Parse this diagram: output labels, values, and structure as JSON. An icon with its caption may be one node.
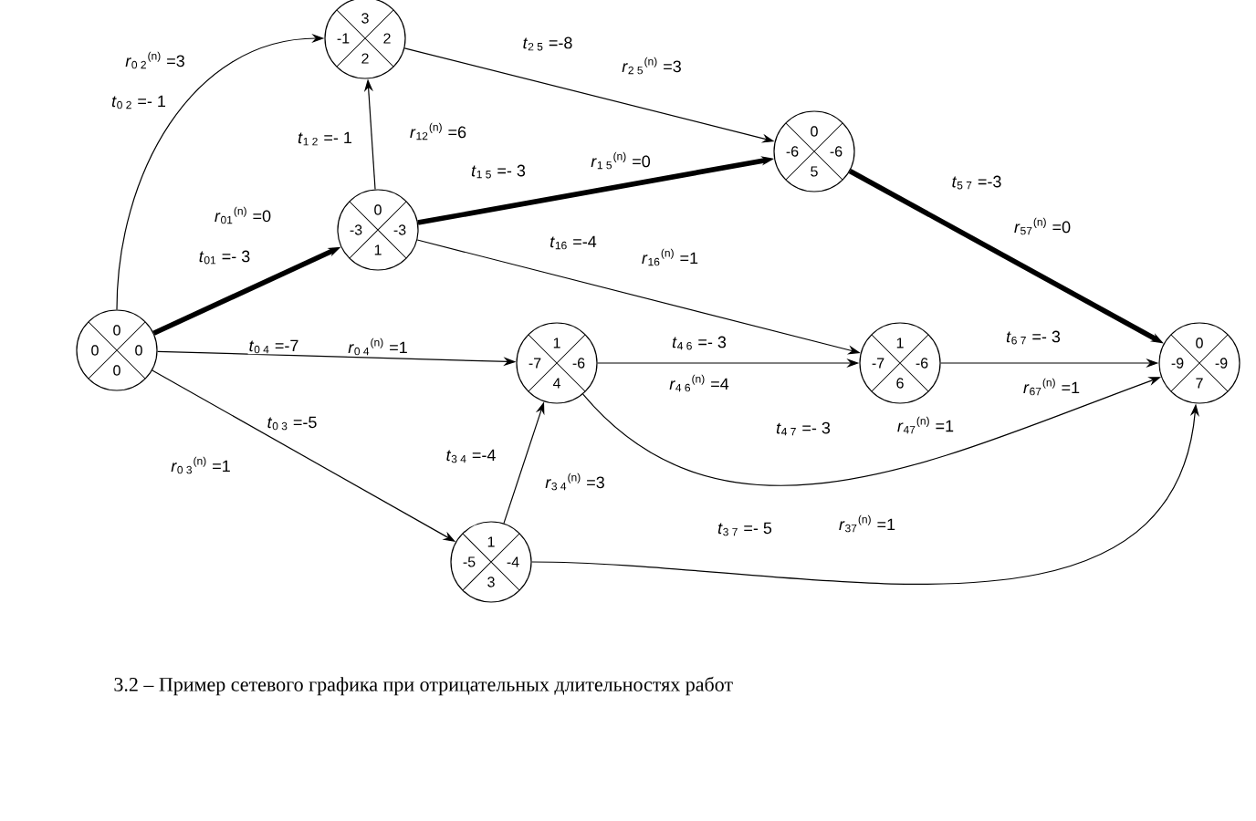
{
  "diagram": {
    "caption": "3.2 – Пример сетевого графика при отрицательных длительностях работ",
    "nodes": [
      {
        "text": [
          "0",
          "0",
          "0",
          "0"
        ]
      },
      {
        "text": [
          "0",
          "-3",
          "-3",
          "1"
        ]
      },
      {
        "text": [
          "3",
          "-1",
          "2",
          "2"
        ]
      },
      {
        "text": [
          "1",
          "-5",
          "-4",
          "3"
        ]
      },
      {
        "text": [
          "1",
          "-7",
          "-6",
          "4"
        ]
      },
      {
        "text": [
          "0",
          "-6",
          "-6",
          "5"
        ]
      },
      {
        "text": [
          "1",
          "-7",
          "-6",
          "6"
        ]
      },
      {
        "text": [
          "0",
          "-9",
          "-9",
          "7"
        ]
      }
    ],
    "edges": [
      {
        "from": 0,
        "to": 2,
        "arrow": "to",
        "label": "*t*$_{0 2}$ =- 1"
      },
      {
        "from": 0,
        "to": 1,
        "arrow": "to",
        "style": "thick",
        "label": "*t*$_{01}$ =- 3"
      },
      {
        "from": 0,
        "to": 4,
        "arrow": "to",
        "label": "*t*$_{0 4}$ =-7"
      },
      {
        "from": 0,
        "to": 3,
        "arrow": "to",
        "label": "*t*$_{0 3}$ =-5"
      },
      {
        "from": 1,
        "to": 2,
        "arrow": "to",
        "label": "*t*$_{1 2}$ =- 1"
      },
      {
        "from": 1,
        "to": 5,
        "arrow": "to",
        "style": "thick",
        "label": "*t*$_{1 5}$ =- 3"
      },
      {
        "from": 1,
        "to": 6,
        "arrow": "to",
        "label": "*t*$_{16}$ =-4"
      },
      {
        "from": 2,
        "to": 5,
        "arrow": "to",
        "label": "*t*$_{2 5}$ =-8"
      },
      {
        "from": 3,
        "to": 4,
        "arrow": "to",
        "label": "*t*$_{3 4}$ =-4"
      },
      {
        "from": 3,
        "to": 7,
        "arrow": "to",
        "label": "*t*$_{3 7}$ =- 5"
      },
      {
        "from": 4,
        "to": 6,
        "arrow": "to",
        "label": "*t*$_{4 6}$ =- 3"
      },
      {
        "from": 4,
        "to": 7,
        "arrow": "to",
        "label": "*t*$_{4 7}$ =- 3"
      },
      {
        "from": 5,
        "to": 7,
        "arrow": "to",
        "style": "thick",
        "label": "*t*$_{5 7}$ =-3"
      },
      {
        "from": 6,
        "to": 7,
        "arrow": "to",
        "label": "*t*$_{6 7}$ =- 3"
      }
    ],
    "labels": [
      "*r*$_{0 2}$$^{(n)}$ =3",
      "*r*$_{01}$$^{(n)}$ =0",
      "*r*$_{0 4}$$^{(n)}$ =1",
      "*r*$_{0 3}$$^{(n)}$ =1",
      "*r*$_{12}$$^{(n)}$ =6",
      "*r*$_{1 5}$$^{(n)}$ =0",
      "*r*$_{16}$$^{(n)}$ =1",
      "*r*$_{2 5}$$^{(n)}$ =3",
      "*r*$_{3 4}$$^{(n)}$ =3",
      "*r*$_{37}$$^{(n)}$ =1",
      "*r*$_{4 6}$$^{(n)}$ =4",
      "*r*$_{47}$$^{(n)}$ =1",
      "*r*$_{57}$$^{(n)}$ =0",
      "*r*$_{67}$$^{(n)}$ =1"
    ]
  }
}
